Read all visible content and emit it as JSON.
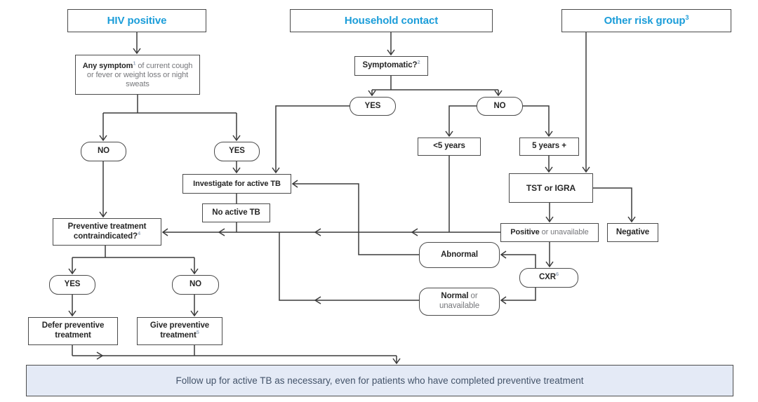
{
  "palette": {
    "accent_blue": "#1b9dd9",
    "line_color": "#3b3b3b",
    "footer_bg": "#e4eaf6"
  },
  "headers": {
    "hiv": {
      "label": "HIV positive"
    },
    "household": {
      "label": "Household contact"
    },
    "other": {
      "label": "Other risk group",
      "sup": "3"
    }
  },
  "nodes": {
    "any_symptom": {
      "bold": "Any symptom",
      "sup": "1",
      "rest": " of current cough or fever or weight loss or night sweats"
    },
    "symptomatic": {
      "bold": "Symptomatic?",
      "sup": "2"
    },
    "hiv_no": {
      "label": "NO"
    },
    "hiv_yes": {
      "label": "YES"
    },
    "hh_yes": {
      "label": "YES"
    },
    "hh_no": {
      "label": "NO"
    },
    "under5": {
      "label": "<5 years"
    },
    "over5": {
      "label": "5 years +"
    },
    "tst": {
      "label": "TST or IGRA"
    },
    "investigate": {
      "label": "Investigate for active TB"
    },
    "no_active_tb": {
      "label": "No active TB"
    },
    "positive": {
      "bold": "Positive",
      "rest": " or unavailable"
    },
    "negative": {
      "label": "Negative"
    },
    "contraindicated": {
      "line1": "Preventive treatment",
      "line2": "contraindicated?",
      "sup": "4"
    },
    "abnormal": {
      "label": "Abnormal"
    },
    "cxr": {
      "label": "CXR",
      "sup": "6"
    },
    "normal": {
      "bold": "Normal",
      "rest1": " or",
      "rest2": "unavailable"
    },
    "pt_yes": {
      "label": "YES"
    },
    "pt_no": {
      "label": "NO"
    },
    "defer": {
      "line1": "Defer preventive",
      "line2": "treatment"
    },
    "give": {
      "line1": "Give preventive",
      "line2": "treatment",
      "sup": "5"
    }
  },
  "footer": {
    "text": "Follow up for active TB as necessary, even for patients who have completed preventive treatment"
  }
}
